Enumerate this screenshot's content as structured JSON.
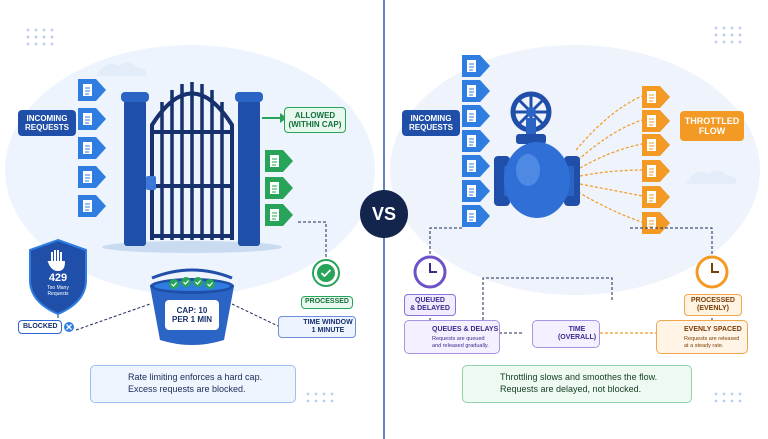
{
  "left": {
    "incoming_label": "INCOMING\nREQUESTS",
    "allowed_label": "ALLOWED\n(WITHIN CAP)",
    "shield_code": "429",
    "shield_text": "Too Many\nRequests",
    "blocked_label": "BLOCKED",
    "bucket_label": "CAP: 10\nPER 1 MIN",
    "processed_label": "PROCESSED",
    "time_window_label": "TIME WINDOW\n1 MINUTE",
    "info_text": "Rate limiting enforces a hard cap.\nExcess requests are blocked."
  },
  "center": {
    "vs_label": "VS"
  },
  "right": {
    "incoming_label": "INCOMING\nREQUESTS",
    "throttled_label": "THROTTLED\nFLOW",
    "queued_label": "QUEUED\n& DELAYED",
    "queues_card": {
      "title": "QUEUES & DELAYS",
      "desc": "Requests are queued\nand released gradually."
    },
    "time_card": {
      "title": "TIME\n(OVERALL)"
    },
    "processed_label": "PROCESSED\n(EVENLY)",
    "evenly_card": {
      "title": "EVENLY SPACED",
      "desc": "Requests are released\nat a steady rate."
    },
    "info_text": "Throttling slows and smoothes the flow.\nRequests are delayed, not blocked."
  },
  "colors": {
    "navy": "#1f4fa8",
    "arrow_blue": "#2f7de1",
    "green": "#27a35a",
    "orange": "#f39a24",
    "purple": "#8a72d6",
    "vs_circle": "#13244d"
  }
}
